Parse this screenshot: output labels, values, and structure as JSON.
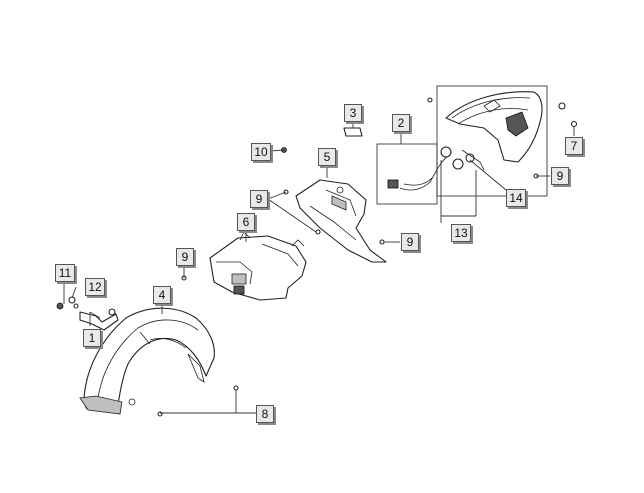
{
  "diagram": {
    "callouts": [
      {
        "label": "1"
      },
      {
        "label": "2"
      },
      {
        "label": "3"
      },
      {
        "label": "4"
      },
      {
        "label": "5"
      },
      {
        "label": "6"
      },
      {
        "label": "7"
      },
      {
        "label": "8"
      },
      {
        "label": "9"
      },
      {
        "label": "9"
      },
      {
        "label": "9"
      },
      {
        "label": "9"
      },
      {
        "label": "10"
      },
      {
        "label": "11"
      },
      {
        "label": "12"
      },
      {
        "label": "13"
      },
      {
        "label": "14"
      }
    ]
  }
}
